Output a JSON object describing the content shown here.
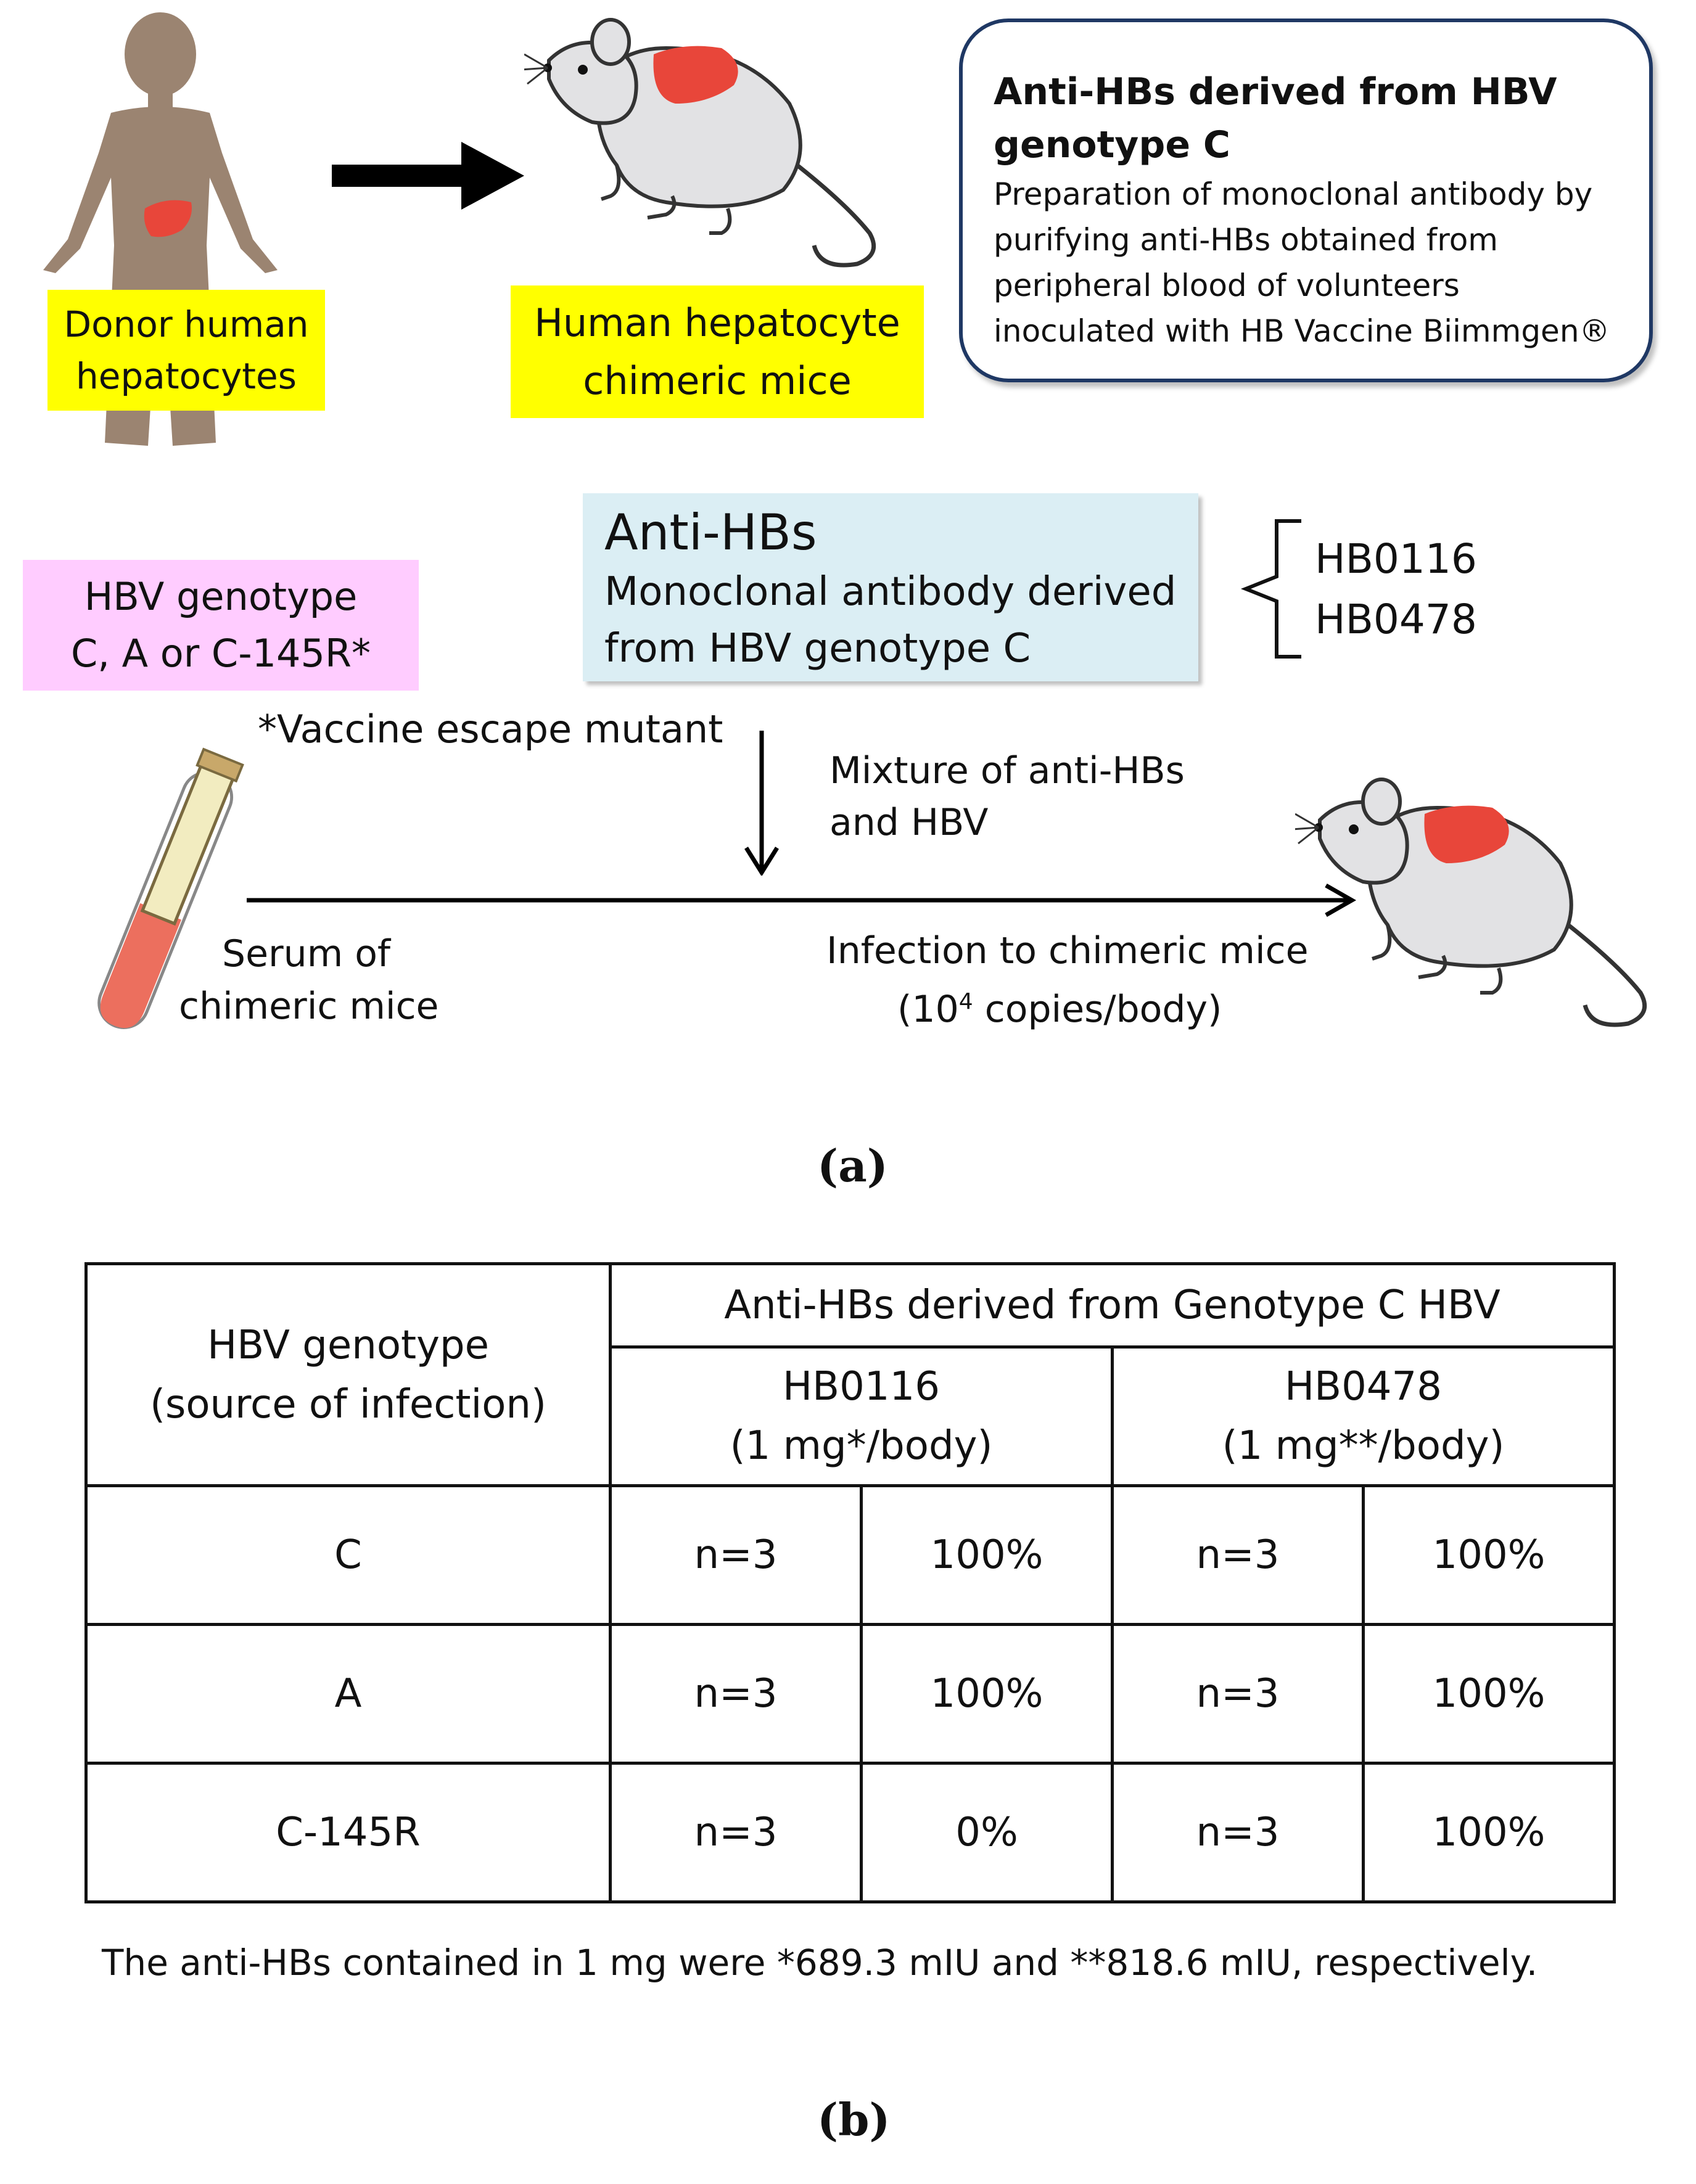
{
  "panel_a": {
    "label": "(a)",
    "donor_label_line1": "Donor human",
    "donor_label_line2": "hepatocytes",
    "chimeric_label_line1": "Human hepatocyte",
    "chimeric_label_line2": "chimeric mice",
    "info_box": {
      "title_line1": "Anti-HBs derived from HBV",
      "title_line2": "genotype C",
      "body_line1": "Preparation of monoclonal antibody by",
      "body_line2": "purifying anti-HBs obtained from",
      "body_line3": "peripheral blood of volunteers",
      "body_line4": "inoculated with HB Vaccine Biimmgen®"
    },
    "antibody_box": {
      "title": "Anti-HBs",
      "line1": "Monoclonal antibody derived",
      "line2": "from HBV genotype C"
    },
    "antibody_ids": [
      "HB0116",
      "HB0478"
    ],
    "genotype_box_line1": "HBV genotype",
    "genotype_box_line2": "C, A or C-145R*",
    "escape_note": "*Vaccine escape mutant",
    "mixture_line1": "Mixture of anti-HBs",
    "mixture_line2": "and HBV",
    "serum_line1": "Serum of",
    "serum_line2": "chimeric mice",
    "infection_line1": "Infection to chimeric mice",
    "infection_prefix": "(10",
    "infection_exp": "4",
    "infection_suffix": " copies/body)",
    "colors": {
      "label_yellow": "#ffff00",
      "genotype_pink": "#ffccff",
      "antibody_blue": "#dbeef4",
      "liver_red": "#e8463a",
      "human_silhouette": "#9b8471",
      "mouse_body": "#e2e2e4"
    }
  },
  "panel_b": {
    "label": "(b)",
    "header_genotype_line1": "HBV genotype",
    "header_genotype_line2": "(source of infection)",
    "header_group": "Anti-HBs derived from Genotype C HBV",
    "antibodies": [
      {
        "name": "HB0116",
        "dose": "(1 mg*/body)"
      },
      {
        "name": "HB0478",
        "dose": "(1 mg**/body)"
      }
    ],
    "rows": [
      {
        "genotype": "C",
        "n1": "n=3",
        "p1": "100%",
        "n2": "n=3",
        "p2": "100%"
      },
      {
        "genotype": "A",
        "n1": "n=3",
        "p1": "100%",
        "n2": "n=3",
        "p2": "100%"
      },
      {
        "genotype": "C-145R",
        "n1": "n=3",
        "p1": "0%",
        "n2": "n=3",
        "p2": "100%"
      }
    ],
    "footnote": "The anti-HBs contained in 1 mg were *689.3 mIU and **818.6 mIU, respectively."
  }
}
